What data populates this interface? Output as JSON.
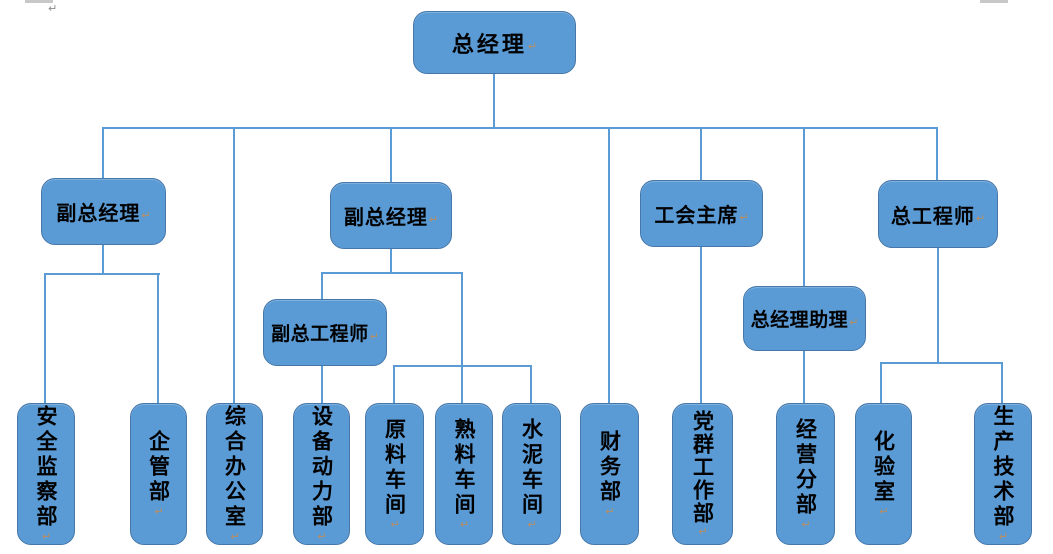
{
  "diagram_type": "org-chart",
  "colors": {
    "box_fill": "#5B9BD5",
    "box_border": "#4677A8",
    "connector": "#5B9BD5",
    "text": "#000000",
    "mark": "#B98E62",
    "artifact": "#C8C8C8"
  },
  "artifacts": {
    "return_mark": "↵",
    "page_pilcrow": "↵"
  },
  "nodes": {
    "gm": {
      "label": "总经理"
    },
    "deputy_gm_1": {
      "label": "副总经理"
    },
    "deputy_gm_2": {
      "label": "副总经理"
    },
    "union_chairman": {
      "label": "工会主席"
    },
    "chief_engineer": {
      "label": "总工程师"
    },
    "deputy_chief_engineer": {
      "label": "副总工程师"
    },
    "gm_assistant": {
      "label": "总经理助理"
    },
    "safety_supervision": {
      "label": "安全监察部"
    },
    "enterprise_mgmt": {
      "label": "企管部"
    },
    "general_office": {
      "label": "综合办公室"
    },
    "equipment_power": {
      "label": "设备动力部"
    },
    "raw_material_workshop": {
      "label": "原料车间"
    },
    "clinker_workshop": {
      "label": "熟料车间"
    },
    "cement_workshop": {
      "label": "水泥车间"
    },
    "finance": {
      "label": "财务部"
    },
    "party_mass_work": {
      "label": "党群工作部"
    },
    "business_division": {
      "label": "经营分部"
    },
    "laboratory": {
      "label": "化验室"
    },
    "production_tech": {
      "label": "生产技术部"
    }
  },
  "edges": [
    [
      "gm",
      "deputy_gm_1"
    ],
    [
      "gm",
      "general_office"
    ],
    [
      "gm",
      "deputy_gm_2"
    ],
    [
      "gm",
      "finance"
    ],
    [
      "gm",
      "union_chairman"
    ],
    [
      "gm",
      "gm_assistant"
    ],
    [
      "gm",
      "chief_engineer"
    ],
    [
      "deputy_gm_1",
      "safety_supervision"
    ],
    [
      "deputy_gm_1",
      "enterprise_mgmt"
    ],
    [
      "deputy_gm_2",
      "deputy_chief_engineer"
    ],
    [
      "deputy_gm_2",
      "raw_material_workshop"
    ],
    [
      "deputy_gm_2",
      "clinker_workshop"
    ],
    [
      "deputy_gm_2",
      "cement_workshop"
    ],
    [
      "deputy_chief_engineer",
      "equipment_power"
    ],
    [
      "union_chairman",
      "party_mass_work"
    ],
    [
      "gm_assistant",
      "business_division"
    ],
    [
      "chief_engineer",
      "laboratory"
    ],
    [
      "chief_engineer",
      "production_tech"
    ]
  ]
}
